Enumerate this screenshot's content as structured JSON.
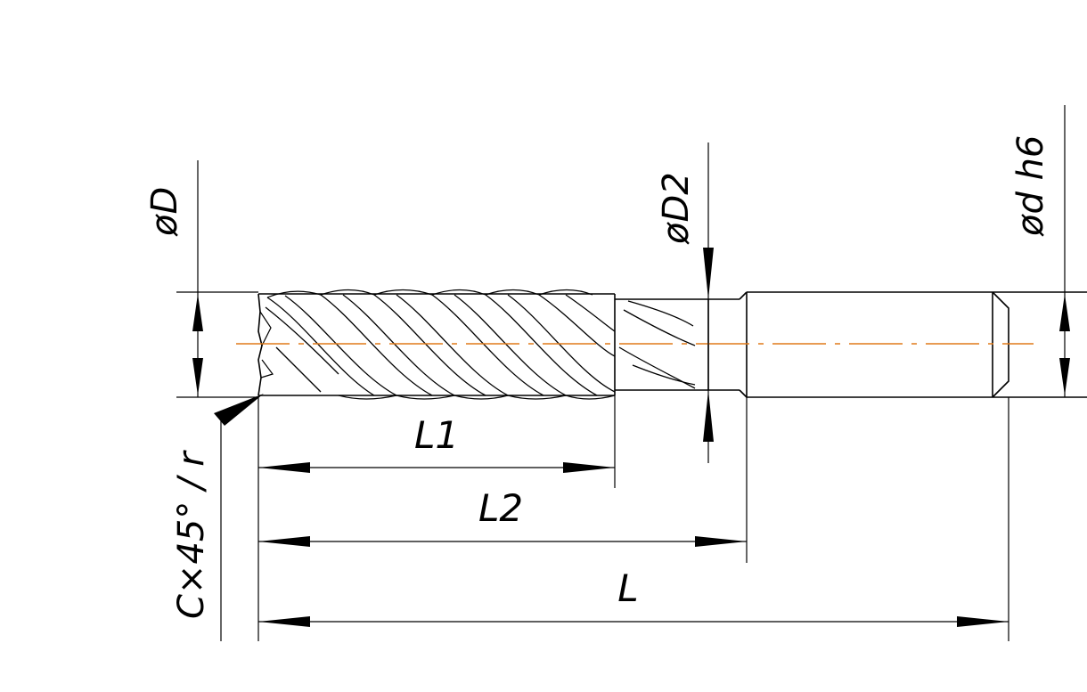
{
  "dimensions": {
    "diameter_D": "øD",
    "diameter_D2": "øD2",
    "diameter_d": "ød h6",
    "length_L1": "L1",
    "length_L2": "L2",
    "length_L": "L",
    "chamfer": "C×45° / r"
  },
  "colors": {
    "line": "#000000",
    "centerline": "#e07a1a",
    "background": "#ffffff"
  }
}
